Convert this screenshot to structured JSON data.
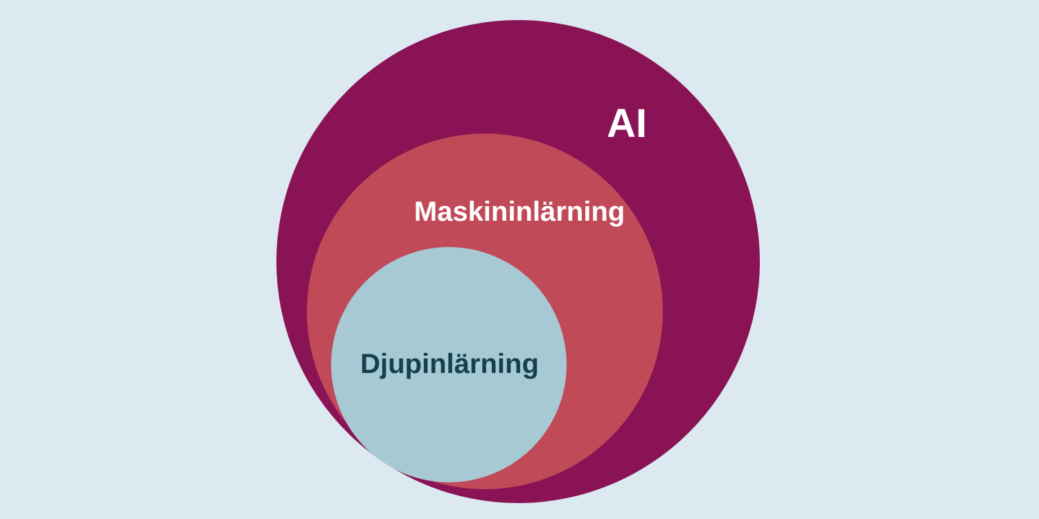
{
  "diagram": {
    "type": "nested-venn",
    "background_color": "#DCE9F0",
    "sets": [
      {
        "id": "ai",
        "label": "AI",
        "fill": "#891355",
        "text_color": "#FFFFFF"
      },
      {
        "id": "machine-learning",
        "label": "Maskininlärning",
        "fill": "#C14A58",
        "text_color": "#FFFFFF"
      },
      {
        "id": "deep-learning",
        "label": "Djupinlärning",
        "fill": "#A7C9D4",
        "text_color": "#14414E"
      }
    ]
  }
}
